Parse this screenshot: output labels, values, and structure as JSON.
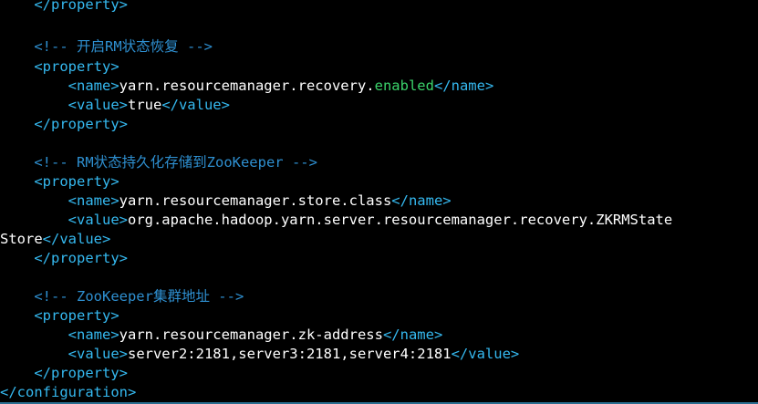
{
  "lines": {
    "l1": {
      "indent": "    ",
      "tag": "</property>"
    },
    "l3": {
      "indent": "    ",
      "comment": "<!-- 开启RM状态恢复 -->"
    },
    "l4": {
      "indent": "    ",
      "tag": "<property>"
    },
    "l5": {
      "indent": "        ",
      "open": "<name>",
      "text": "yarn.resourcemanager.recovery.",
      "green": "enabled",
      "close": "</name>"
    },
    "l6": {
      "indent": "        ",
      "open": "<value>",
      "text": "true",
      "close": "</value>"
    },
    "l7": {
      "indent": "    ",
      "tag": "</property>"
    },
    "l9": {
      "indent": "    ",
      "comment": "<!-- RM状态持久化存储到ZooKeeper -->"
    },
    "l10": {
      "indent": "    ",
      "tag": "<property>"
    },
    "l11": {
      "indent": "        ",
      "open": "<name>",
      "text": "yarn.resourcemanager.store.class",
      "close": "</name>"
    },
    "l12": {
      "indent": "        ",
      "open": "<value>",
      "text": "org.apache.hadoop.yarn.server.resourcemanager.recovery.ZKRMState"
    },
    "l13": {
      "text": "Store",
      "close": "</value>"
    },
    "l14": {
      "indent": "    ",
      "tag": "</property>"
    },
    "l16": {
      "indent": "    ",
      "comment": "<!-- ZooKeeper集群地址 -->"
    },
    "l17": {
      "indent": "    ",
      "tag": "<property>"
    },
    "l18": {
      "indent": "        ",
      "open": "<name>",
      "text": "yarn.resourcemanager.zk-address",
      "close": "</name>"
    },
    "l19": {
      "indent": "        ",
      "open": "<value>",
      "text": "server2:2181,server3:2181,server4:2181",
      "close": "</value>"
    },
    "l20": {
      "indent": "    ",
      "tag": "</property>"
    },
    "l21": {
      "tag": "</configuration>"
    }
  },
  "colors": {
    "background": "#000000",
    "tag": "#35b9f0",
    "comment": "#2e8fd0",
    "highlight": "#3bd36b",
    "text": "#ffffff"
  }
}
